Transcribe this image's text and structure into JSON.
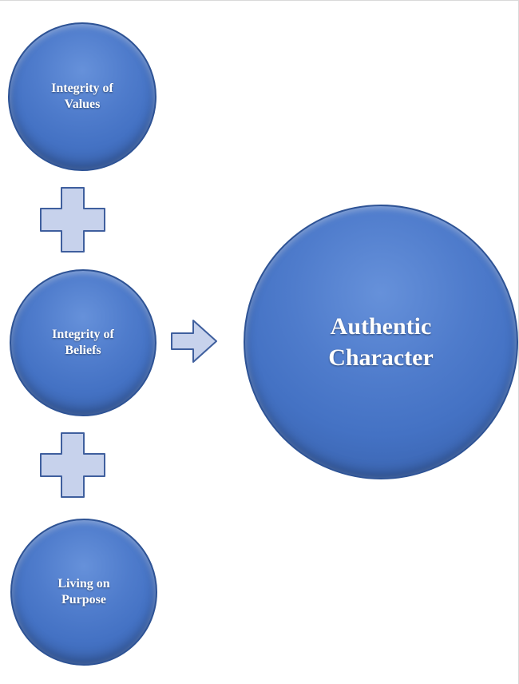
{
  "diagram": {
    "inputs": [
      {
        "label": "Integrity of Values"
      },
      {
        "label": "Integrity of Beliefs"
      },
      {
        "label": "Living on Purpose"
      }
    ],
    "output": {
      "label": "Authentic Character"
    },
    "connectors": [
      {
        "type": "plus"
      },
      {
        "type": "plus"
      },
      {
        "type": "arrow-right"
      }
    ],
    "colors": {
      "circle_fill": "#4472C4",
      "circle_fill_highlight": "#6691DA",
      "circle_border": "#2E5395",
      "connector_fill": "#C7D2EC",
      "connector_border": "#3F5F9E",
      "label_text": "#FFFFFF",
      "background": "#FFFFFF"
    }
  }
}
